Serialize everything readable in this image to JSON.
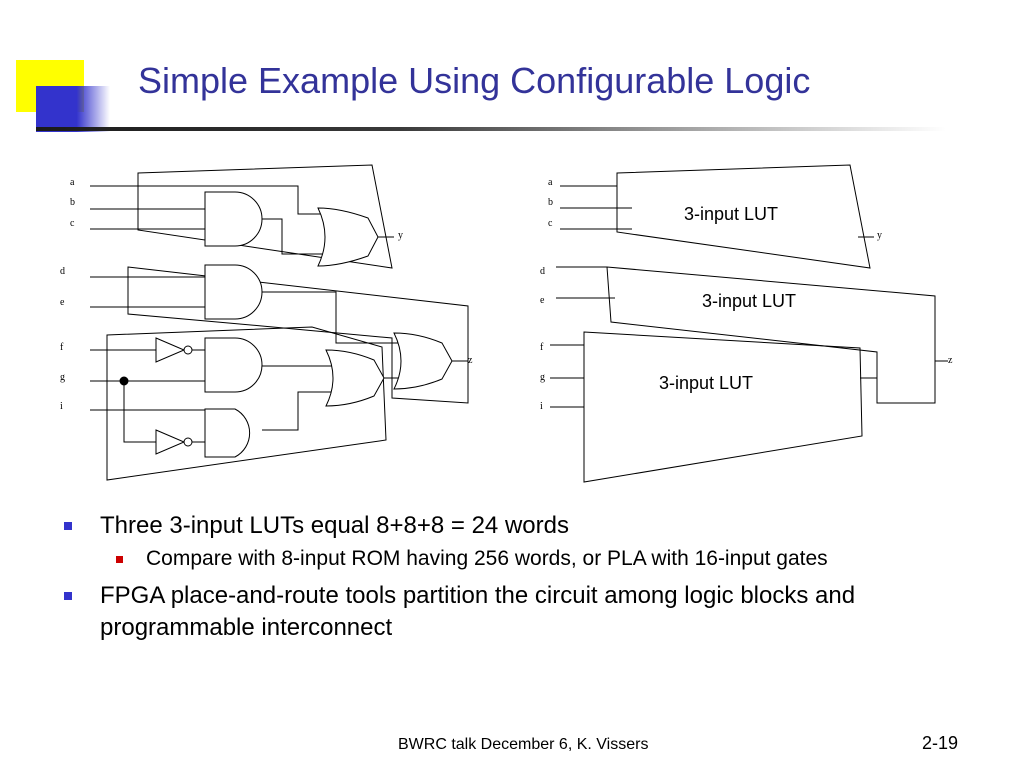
{
  "title": "Simple Example Using Configurable Logic",
  "diagram": {
    "left_inputs": [
      "a",
      "b",
      "c",
      "d",
      "e",
      "f",
      "g",
      "i"
    ],
    "left_outputs": [
      "y",
      "z"
    ],
    "right_inputs": [
      "a",
      "b",
      "c",
      "d",
      "e",
      "f",
      "g",
      "i"
    ],
    "right_outputs": [
      "y",
      "z"
    ],
    "lut_labels": [
      "3-input LUT",
      "3-input LUT",
      "3-input LUT"
    ]
  },
  "bullets": [
    {
      "text": "Three 3-input LUTs equal 8+8+8 = 24 words",
      "sub": [
        "Compare with 8-input ROM having 256 words, or PLA with 16-input gates"
      ]
    },
    {
      "text": "FPGA place-and-route tools partition the circuit among logic blocks and programmable interconnect",
      "sub": []
    }
  ],
  "footer": "BWRC talk December 6,  K. Vissers",
  "page_number": "2-19",
  "colors": {
    "title": "#333399",
    "main_bullet": "#3333cc",
    "sub_bullet": "#cc0000",
    "deco_yellow": "#ffff00",
    "deco_blue": "#3333cc"
  }
}
